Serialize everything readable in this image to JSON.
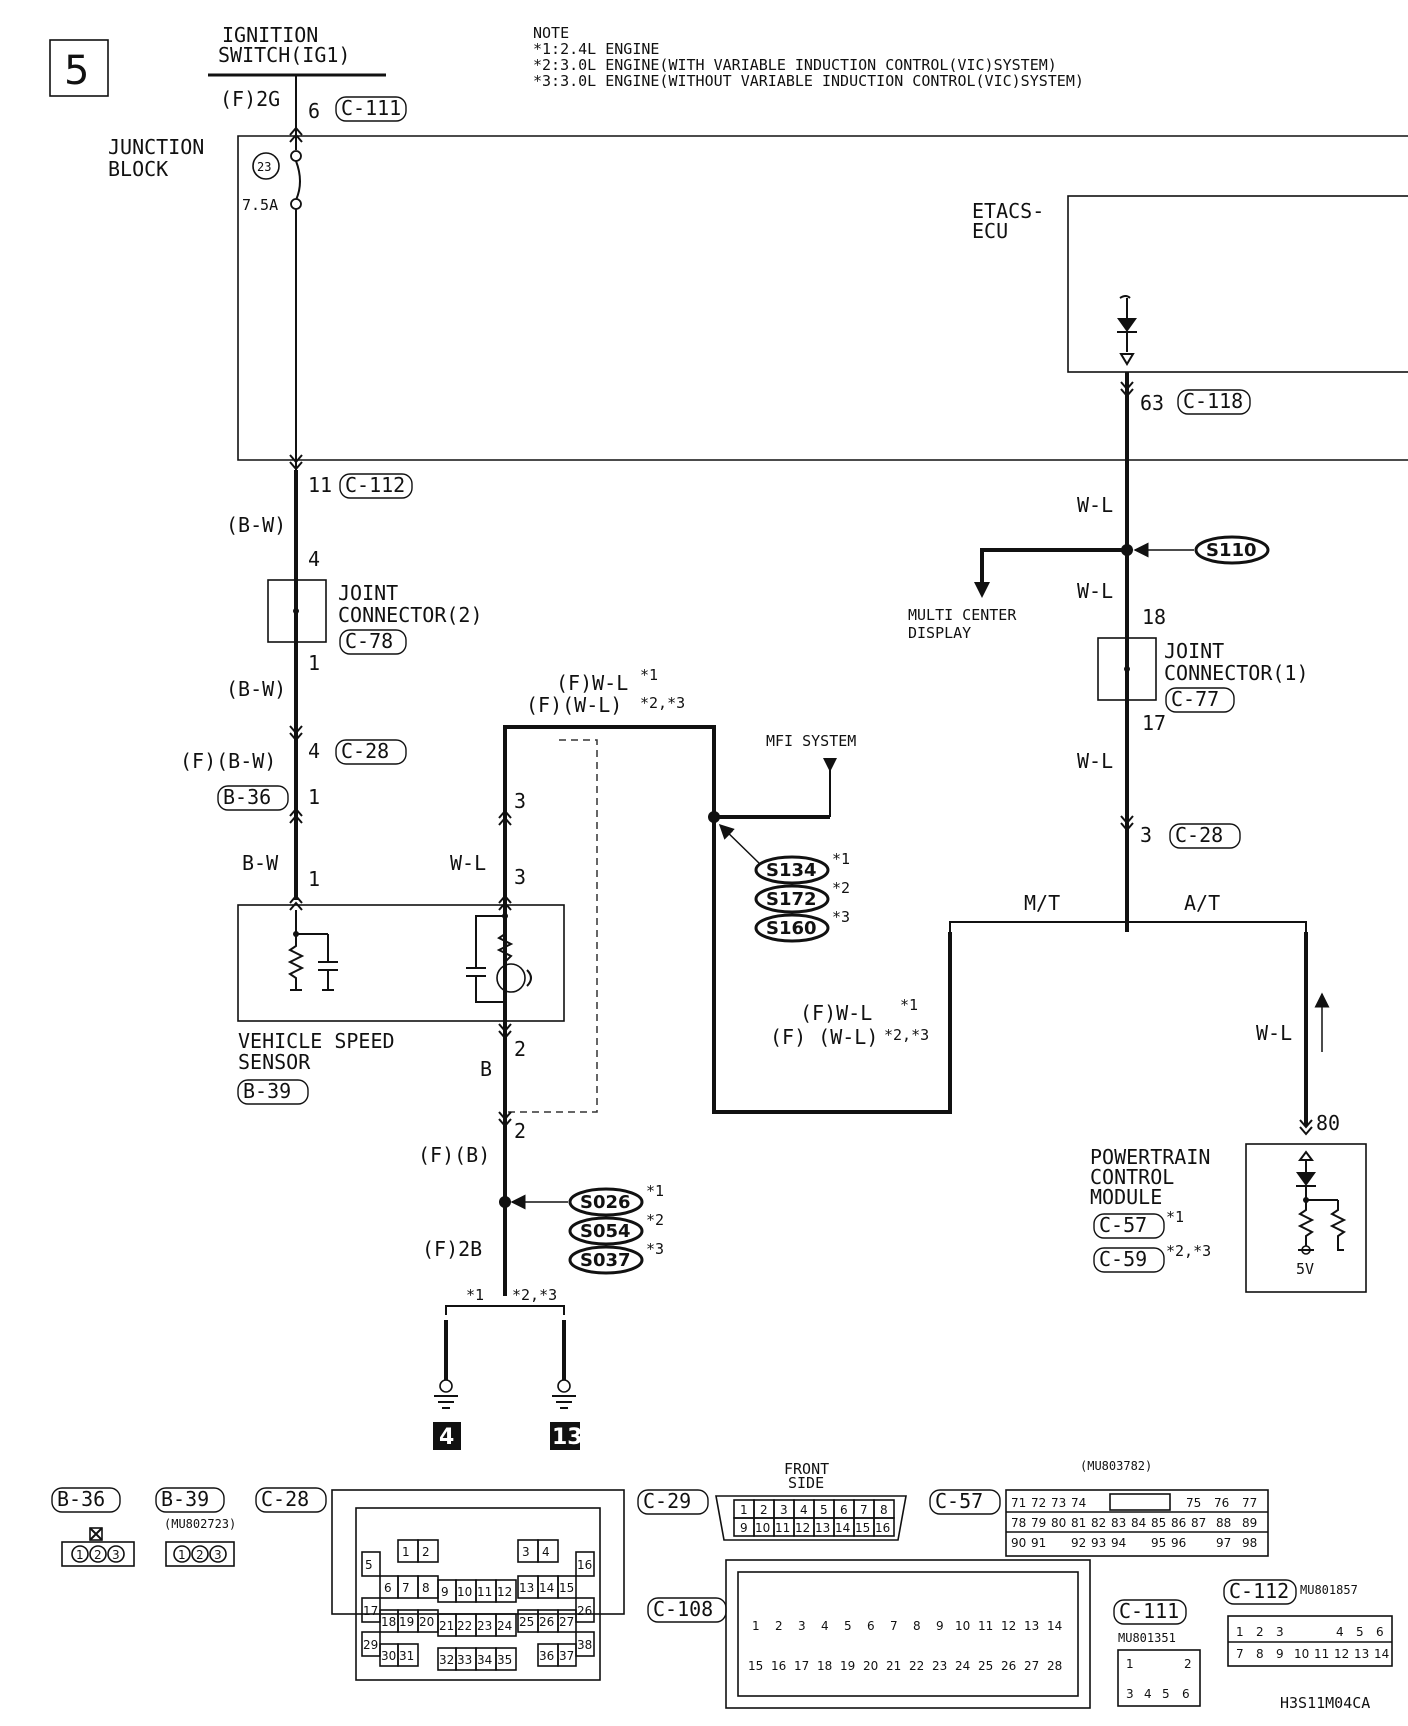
{
  "page_number": "5",
  "note": {
    "title": "NOTE",
    "lines": [
      "*1:2.4L ENGINE",
      "*2:3.0L ENGINE(WITH VARIABLE INDUCTION CONTROL(VIC)SYSTEM)",
      "*3:3.0L ENGINE(WITHOUT VARIABLE INDUCTION CONTROL(VIC)SYSTEM)"
    ]
  },
  "ignition_switch": {
    "line1": "IGNITION",
    "line2": "SWITCH(IG1)"
  },
  "labels": {
    "wire_f2g": "(F)2G",
    "pin_6": "6",
    "junction_block_1": "JUNCTION",
    "junction_block_2": "BLOCK",
    "fuse_no": "23",
    "fuse_rating": "7.5A",
    "etacs_1": "ETACS-",
    "etacs_2": "ECU",
    "pin_63": "63",
    "pin_11": "11",
    "wire_bw_paren": "(B-W)",
    "pin_4a": "4",
    "joint2_1": "JOINT",
    "joint2_2": "CONNECTOR(2)",
    "pin_1a": "1",
    "wire_bw_paren2": "(B-W)",
    "pin_4b": "4",
    "wire_f_bw": "(F)(B-W)",
    "pin_1b": "1",
    "wire_bw": "B-W",
    "pin_1c": "1",
    "vss_1": "VEHICLE SPEED",
    "vss_2": "SENSOR",
    "wire_wl_top1": "(F)W-L",
    "wire_wl_top1_sup": "*1",
    "wire_wl_top2": "(F)(W-L)",
    "wire_wl_top2_sup": "*2,*3",
    "mfi": "MFI SYSTEM",
    "pin_3a": "3",
    "wire_wl_vss": "W-L",
    "pin_3b": "3",
    "pin_2a": "2",
    "wire_b": "B",
    "pin_2b": "2",
    "wire_fb": "(F)(B)",
    "wire_f2b": "(F)2B",
    "ground_s1": "*1",
    "ground_s23": "*2,*3",
    "ground_4": "4",
    "ground_13": "13",
    "wire_wl_s110_up": "W-L",
    "s110": "S110",
    "multi_1": "MULTI CENTER",
    "multi_2": "DISPLAY",
    "wire_wl_s110_dn": "W-L",
    "pin_18": "18",
    "joint1_1": "JOINT",
    "joint1_2": "CONNECTOR(1)",
    "pin_17": "17",
    "wire_wl_j1": "W-L",
    "pin_3c": "3",
    "mt": "M/T",
    "at": "A/T",
    "wire_wl_mid1": "(F)W-L",
    "wire_wl_mid1_sup": "*1",
    "wire_wl_mid2": "(F) (W-L)",
    "wire_wl_mid2_sup": "*2,*3",
    "wire_wl_pcm": "W-L",
    "pin_80": "80",
    "pcm_1": "POWERTRAIN",
    "pcm_2": "CONTROL",
    "pcm_3": "MODULE",
    "pcm_sup1": "*1",
    "pcm_sup2": "*2,*3",
    "five_v": "5V",
    "front_1": "FRONT",
    "front_2": "SIDE",
    "mu803782": "(MU803782)",
    "mu802723": "(MU802723)",
    "mu801351": "MU801351",
    "mu801857": "MU801857",
    "diagram_code": "H3S11M04CA"
  },
  "connectors": {
    "c111": "C-111",
    "c118": "C-118",
    "c112": "C-112",
    "c78": "C-78",
    "c28": "C-28",
    "b36": "B-36",
    "b39": "B-39",
    "c77": "C-77",
    "c28b": "C-28",
    "c57": "C-57",
    "c59": "C-59"
  },
  "splices": {
    "s134": "S134",
    "s134_sup": "*1",
    "s172": "S172",
    "s172_sup": "*2",
    "s160": "S160",
    "s160_sup": "*3",
    "s026": "S026",
    "s026_sup": "*1",
    "s054": "S054",
    "s054_sup": "*2",
    "s037": "S037",
    "s037_sup": "*3"
  },
  "bottom_connectors": {
    "b36": "B-36",
    "b39": "B-39",
    "c28": "C-28",
    "c29": "C-29",
    "c57": "C-57",
    "c108": "C-108",
    "c111": "C-111",
    "c112": "C-112",
    "b36_pins": [
      "1",
      "2",
      "3"
    ],
    "b39_pins": [
      "1",
      "2",
      "3"
    ],
    "c28_row1": [
      "1",
      "2",
      "3",
      "4"
    ],
    "c28_row2": [
      "5",
      "16"
    ],
    "c28_row3": [
      "6",
      "7",
      "8",
      "9",
      "10",
      "11",
      "12",
      "13",
      "14",
      "15"
    ],
    "c28_row4": [
      "17",
      "26"
    ],
    "c28_row5": [
      "18",
      "19",
      "20",
      "21",
      "22",
      "23",
      "24",
      "25",
      "26",
      "27"
    ],
    "c28_row6": [
      "29",
      "38"
    ],
    "c28_row7": [
      "30",
      "31",
      "32",
      "33",
      "34",
      "35",
      "36",
      "37"
    ],
    "c29_row1": [
      "1",
      "2",
      "3",
      "4",
      "5",
      "6",
      "7",
      "8"
    ],
    "c29_row2": [
      "9",
      "10",
      "11",
      "12",
      "13",
      "14",
      "15",
      "16"
    ],
    "c57_row1": [
      "71",
      "72",
      "73",
      "74",
      "75",
      "76",
      "77"
    ],
    "c57_row2": [
      "78",
      "79",
      "80",
      "81",
      "82",
      "83",
      "84",
      "85",
      "86",
      "87",
      "88",
      "89"
    ],
    "c57_row3": [
      "90",
      "91",
      "92",
      "93",
      "94",
      "95",
      "96",
      "97",
      "98"
    ],
    "c108_row1": [
      "1",
      "2",
      "3",
      "4",
      "5",
      "6",
      "7",
      "8",
      "9",
      "10",
      "11",
      "12",
      "13",
      "14"
    ],
    "c108_row2": [
      "15",
      "16",
      "17",
      "18",
      "19",
      "20",
      "21",
      "22",
      "23",
      "24",
      "25",
      "26",
      "27",
      "28"
    ],
    "c111_row1": [
      "1",
      "2"
    ],
    "c111_row2": [
      "3",
      "4",
      "5",
      "6"
    ],
    "c112_row1": [
      "1",
      "2",
      "3",
      "4",
      "5",
      "6"
    ],
    "c112_row2": [
      "7",
      "8",
      "9",
      "10",
      "11",
      "12",
      "13",
      "14"
    ]
  }
}
